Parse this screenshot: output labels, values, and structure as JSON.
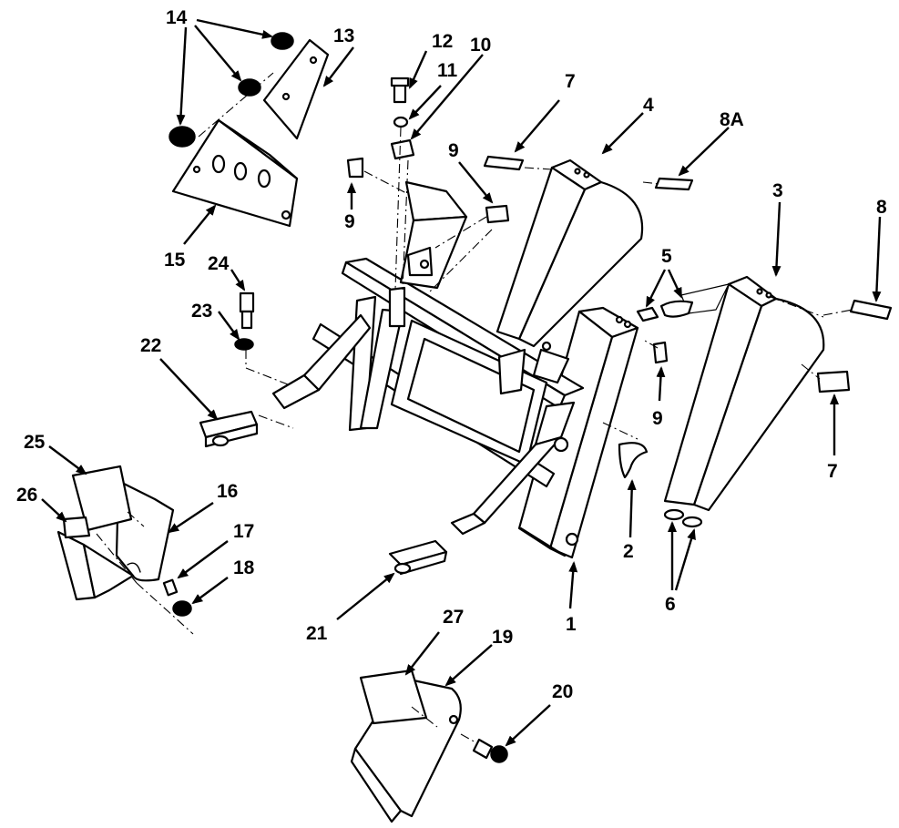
{
  "diagram": {
    "callouts": [
      {
        "id": "c1",
        "label": "1"
      },
      {
        "id": "c2",
        "label": "2"
      },
      {
        "id": "c3",
        "label": "3"
      },
      {
        "id": "c4",
        "label": "4"
      },
      {
        "id": "c5",
        "label": "5"
      },
      {
        "id": "c6",
        "label": "6"
      },
      {
        "id": "c7a",
        "label": "7"
      },
      {
        "id": "c7b",
        "label": "7"
      },
      {
        "id": "c8",
        "label": "8"
      },
      {
        "id": "c8a",
        "label": "8A"
      },
      {
        "id": "c9a",
        "label": "9"
      },
      {
        "id": "c9b",
        "label": "9"
      },
      {
        "id": "c9c",
        "label": "9"
      },
      {
        "id": "c10",
        "label": "10"
      },
      {
        "id": "c11",
        "label": "11"
      },
      {
        "id": "c12",
        "label": "12"
      },
      {
        "id": "c13",
        "label": "13"
      },
      {
        "id": "c14",
        "label": "14"
      },
      {
        "id": "c15",
        "label": "15"
      },
      {
        "id": "c16",
        "label": "16"
      },
      {
        "id": "c17",
        "label": "17"
      },
      {
        "id": "c18",
        "label": "18"
      },
      {
        "id": "c19",
        "label": "19"
      },
      {
        "id": "c20",
        "label": "20"
      },
      {
        "id": "c21",
        "label": "21"
      },
      {
        "id": "c22",
        "label": "22"
      },
      {
        "id": "c23",
        "label": "23"
      },
      {
        "id": "c24",
        "label": "24"
      },
      {
        "id": "c25",
        "label": "25"
      },
      {
        "id": "c26",
        "label": "26"
      },
      {
        "id": "c27",
        "label": "27"
      }
    ]
  }
}
